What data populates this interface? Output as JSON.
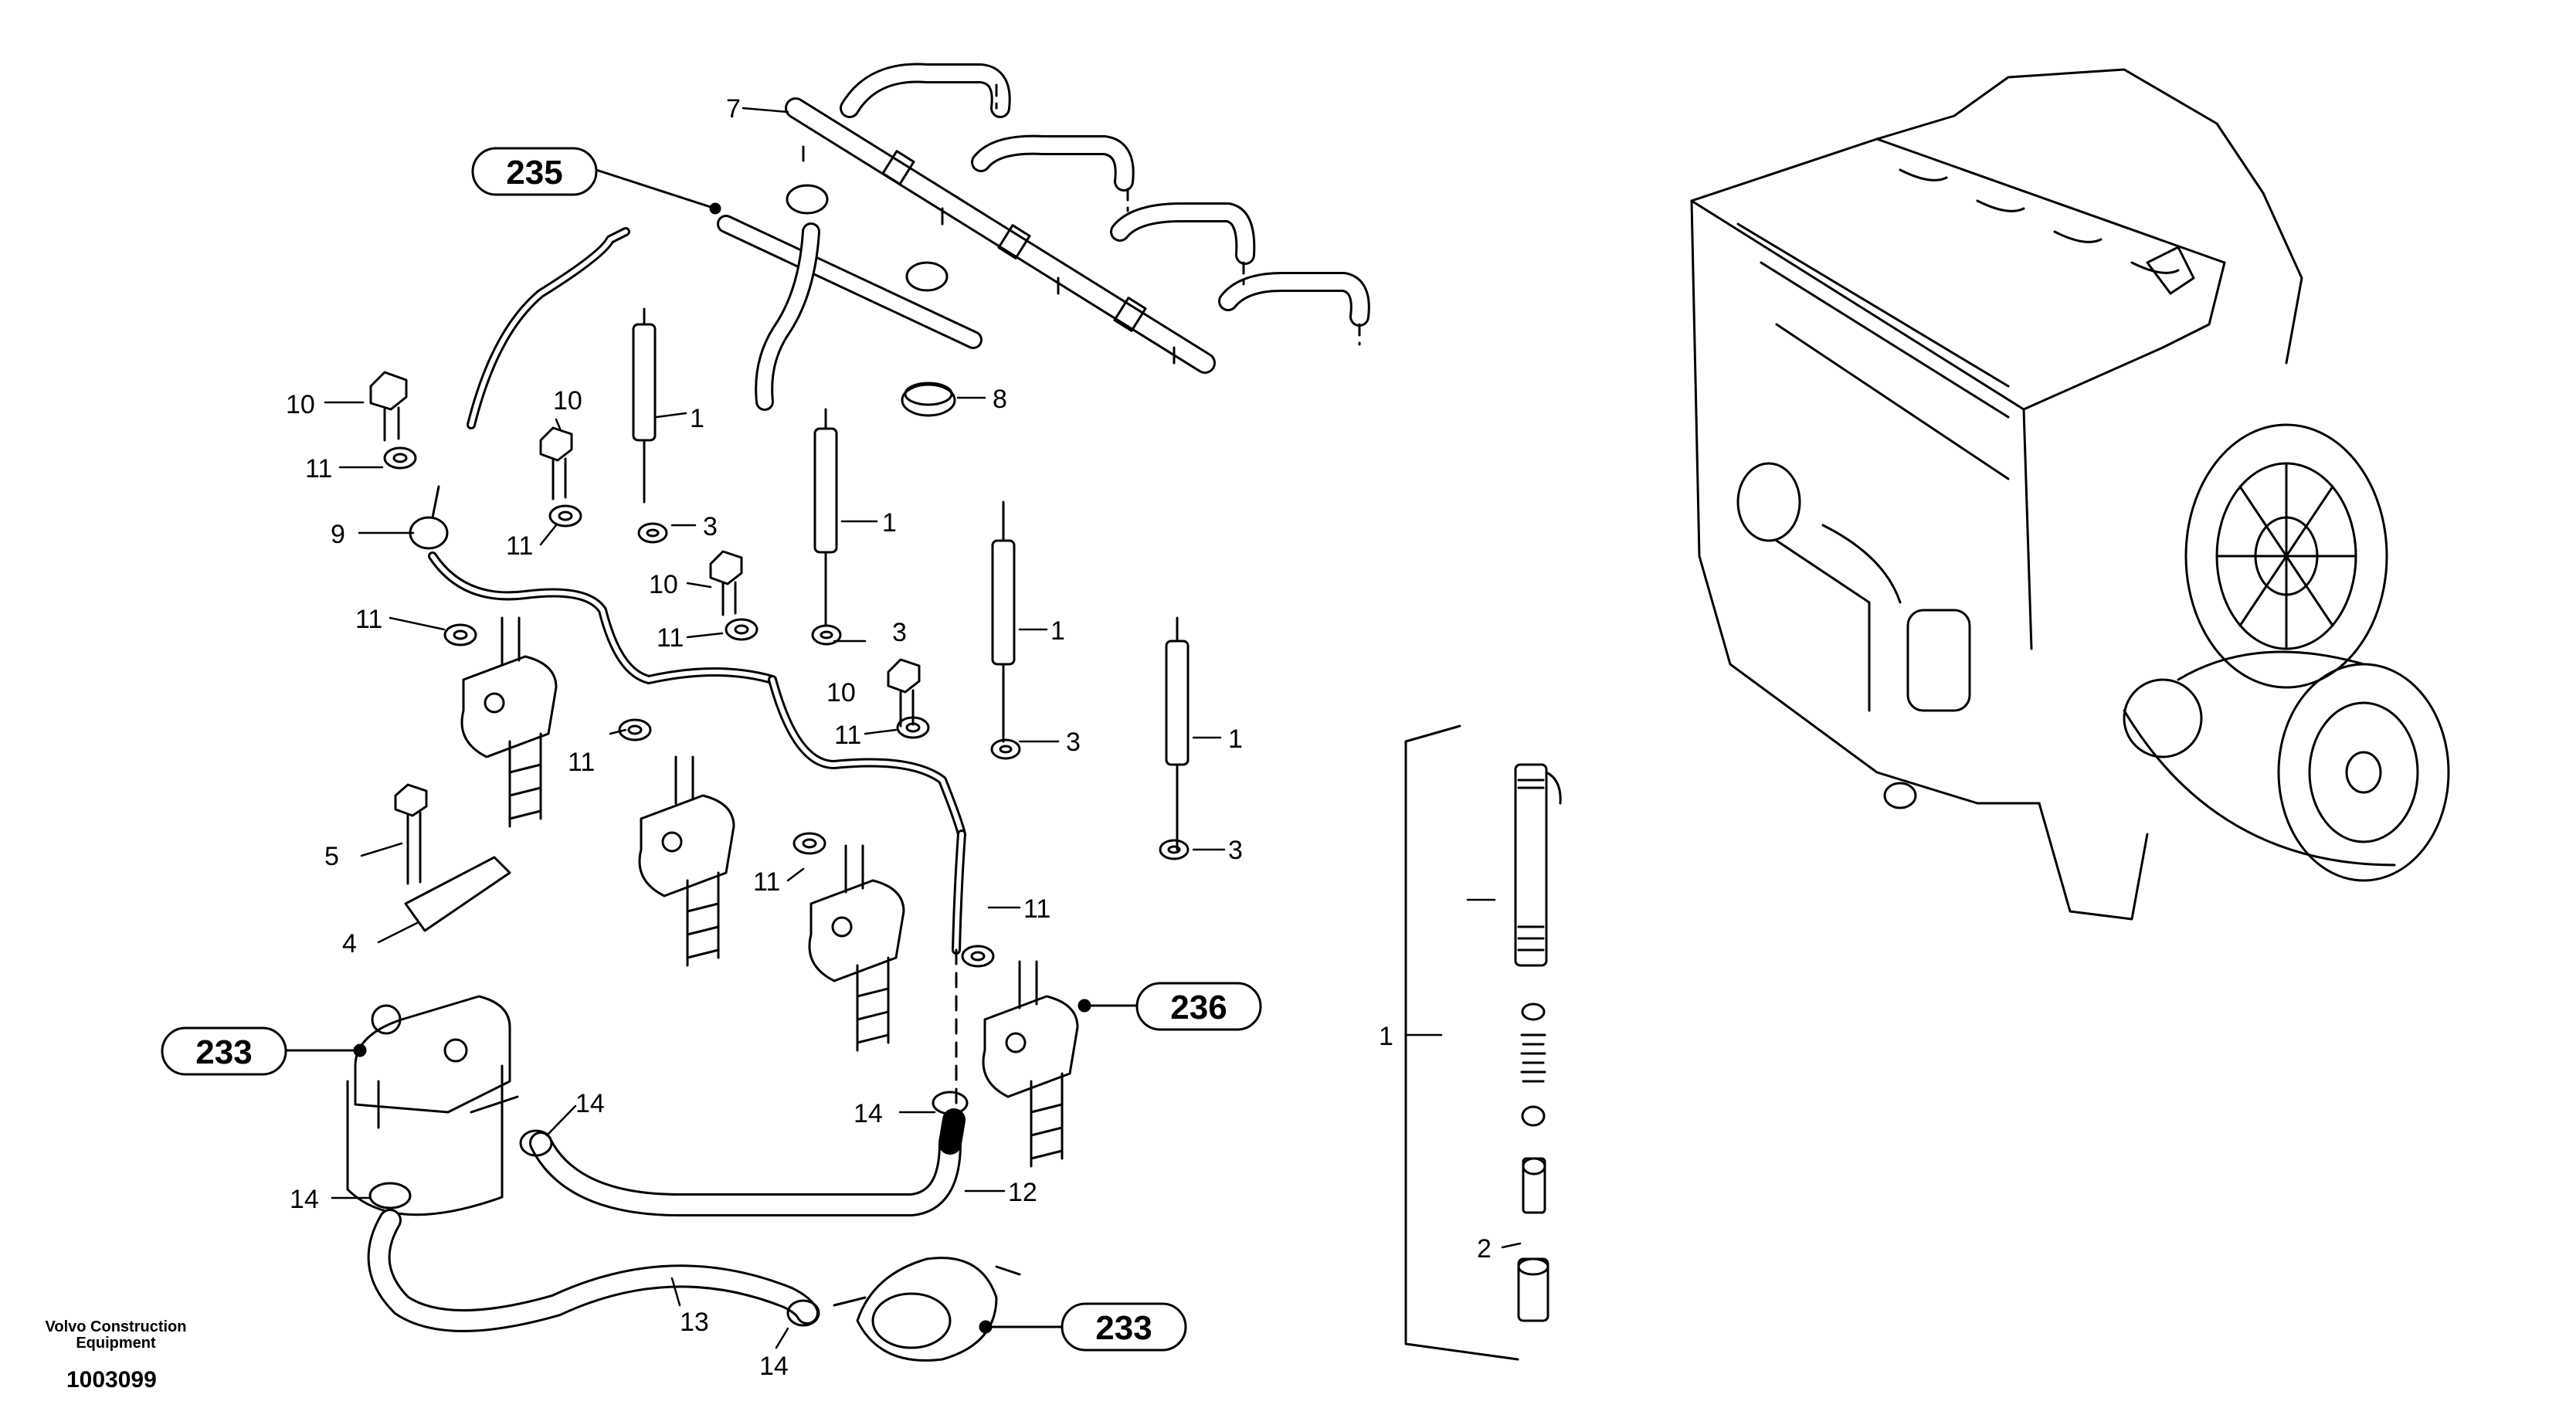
{
  "footer": {
    "company_line1": "Volvo Construction",
    "company_line2": "Equipment",
    "doc_id": "1003099"
  },
  "refs": {
    "r235": "235",
    "r233a": "233",
    "r236": "236",
    "r233b": "233"
  },
  "callouts": {
    "n7": "7",
    "n8": "8",
    "n10a": "10",
    "n11a": "11",
    "n9": "9",
    "n10b": "10",
    "n11b": "11",
    "n1a": "1",
    "n3a": "3",
    "n10c": "10",
    "n11c": "11",
    "n1b": "1",
    "n3b": "3",
    "n11d": "11",
    "n1c": "1",
    "n10d": "10",
    "n11e": "11",
    "n3c": "3",
    "n1d": "1",
    "n11f": "11",
    "n5": "5",
    "n3d": "3",
    "n4": "4",
    "n11g": "11",
    "n11h": "11",
    "n14a": "14",
    "n14b": "14",
    "n12": "12",
    "n14c": "14",
    "n13": "13",
    "n14d": "14",
    "n1e": "1",
    "n2": "2"
  }
}
